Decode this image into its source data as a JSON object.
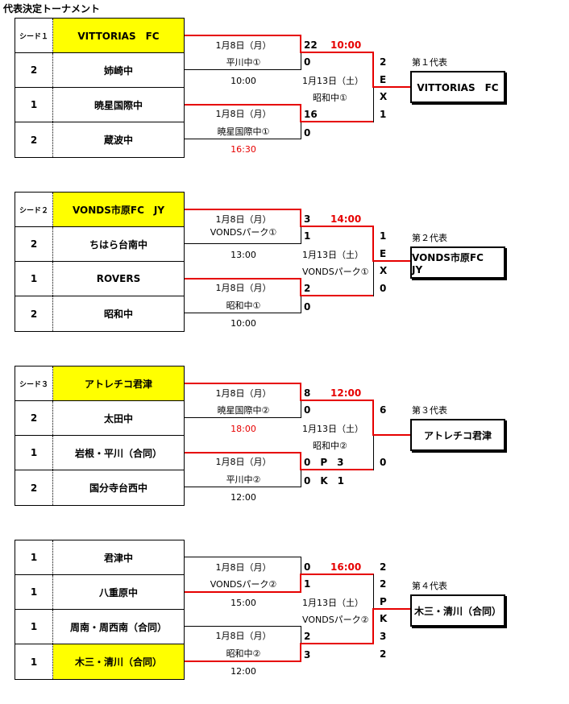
{
  "title": "代表決定トーナメント",
  "blocks": [
    {
      "teams": [
        {
          "seed": "シード１",
          "name": "VITTORIAS　FC"
        },
        {
          "seed": "2",
          "name": "姉崎中"
        },
        {
          "seed": "1",
          "name": "暁星国際中"
        },
        {
          "seed": "2",
          "name": "蔵波中"
        }
      ],
      "match1": {
        "date": "1月8日（月）",
        "venue": "平川中①",
        "time": "10:00",
        "score_a": "22",
        "score_b": "0",
        "final_time": "10:00"
      },
      "match2": {
        "date": "1月8日（月）",
        "venue": "暁星国際中①",
        "time": "16:30",
        "score_a": "16",
        "score_b": "0"
      },
      "final": {
        "date": "1月13日（土）",
        "venue": "昭和中①",
        "score_a": "2",
        "score_b": "1",
        "mid": [
          "E",
          "X"
        ]
      },
      "rep_label": "第１代表",
      "rep_name": "VITTORIAS　FC"
    },
    {
      "teams": [
        {
          "seed": "シード２",
          "name": "VONDS市原FC　JY"
        },
        {
          "seed": "2",
          "name": "ちはら台南中"
        },
        {
          "seed": "1",
          "name": "ROVERS"
        },
        {
          "seed": "2",
          "name": "昭和中"
        }
      ],
      "match1": {
        "date": "1月8日（月）",
        "venue": "VONDSパーク①",
        "time": "13:00",
        "score_a": "3",
        "score_b": "1",
        "final_time": "14:00"
      },
      "match2": {
        "date": "1月8日（月）",
        "venue": "昭和中①",
        "time": "10:00",
        "score_a": "2",
        "score_b": "0"
      },
      "final": {
        "date": "1月13日（土）",
        "venue": "VONDSパーク①",
        "score_a": "1",
        "score_b": "0",
        "mid": [
          "E",
          "X"
        ]
      },
      "rep_label": "第２代表",
      "rep_name": "VONDS市原FC　JY"
    },
    {
      "teams": [
        {
          "seed": "シード３",
          "name": "アトレチコ君津"
        },
        {
          "seed": "2",
          "name": "太田中"
        },
        {
          "seed": "1",
          "name": "岩根・平川（合同）"
        },
        {
          "seed": "2",
          "name": "国分寺台西中"
        }
      ],
      "match1": {
        "date": "1月8日（月）",
        "venue": "暁星国際中②",
        "time": "18:00",
        "score_a": "8",
        "score_b": "0",
        "final_time": "12:00"
      },
      "match2": {
        "date": "1月8日（月）",
        "venue": "平川中②",
        "time": "12:00",
        "score_a": "0　P　3",
        "score_b": "0　K　1"
      },
      "final": {
        "date": "1月13日（土）",
        "venue": "昭和中②",
        "score_a": "6",
        "score_b": "0",
        "mid": []
      },
      "rep_label": "第３代表",
      "rep_name": "アトレチコ君津"
    },
    {
      "teams": [
        {
          "seed": "1",
          "name": "君津中"
        },
        {
          "seed": "1",
          "name": "八重原中"
        },
        {
          "seed": "1",
          "name": "周南・周西南（合同）"
        },
        {
          "seed": "1",
          "name": "木三・清川（合同）"
        }
      ],
      "match1": {
        "date": "1月8日（月）",
        "venue": "VONDSパーク②",
        "time": "15:00",
        "score_a": "0",
        "score_b": "1",
        "final_time": "16:00"
      },
      "match2": {
        "date": "1月8日（月）",
        "venue": "昭和中②",
        "time": "12:00",
        "score_a": "2",
        "score_b": "3"
      },
      "final": {
        "date": "1月13日（土）",
        "venue": "VONDSパーク②",
        "score_a": "2",
        "score_b": "2",
        "mid": [
          "P",
          "K",
          "3",
          "2"
        ]
      },
      "rep_label": "第４代表",
      "rep_name": "木三・清川（合同）"
    }
  ]
}
